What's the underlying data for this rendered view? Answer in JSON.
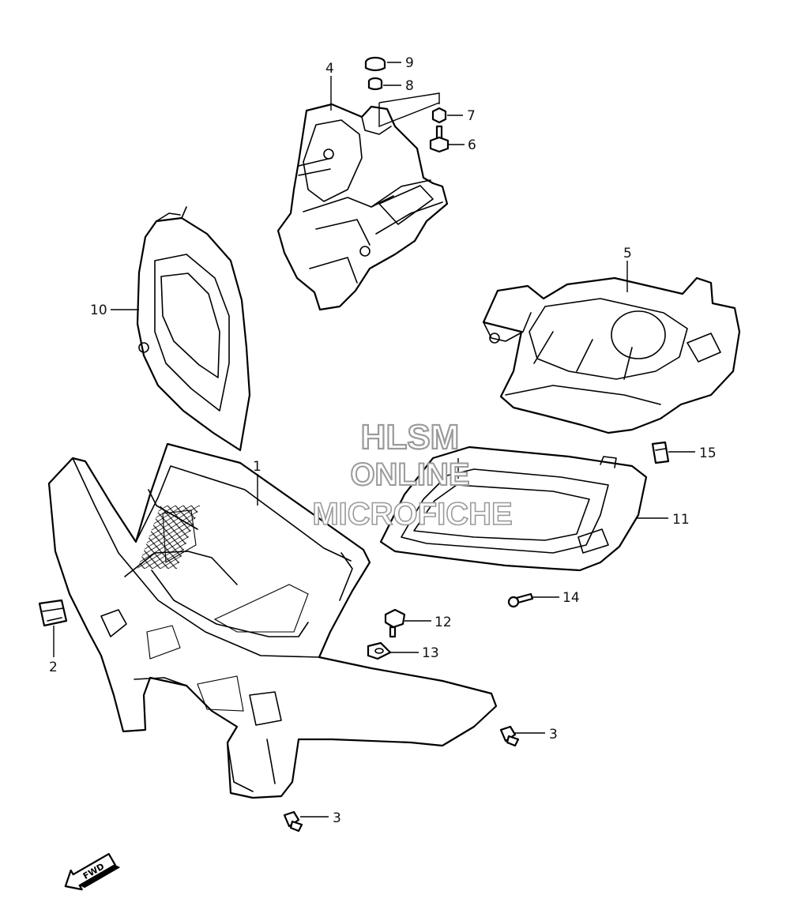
{
  "watermark": {
    "line1": "HLSM",
    "line2": "ONLINE",
    "line3": "MICROFICHE",
    "color": "#9a9a9a"
  },
  "callouts": {
    "c1": "1",
    "c2": "2",
    "c3a": "3",
    "c3b": "3",
    "c4": "4",
    "c5": "5",
    "c6": "6",
    "c7": "7",
    "c8": "8",
    "c9": "9",
    "c10": "10",
    "c11": "11",
    "c12": "12",
    "c13": "13",
    "c14": "14",
    "c15": "15"
  },
  "fwd_label": "FWD",
  "line_color": "#000000"
}
